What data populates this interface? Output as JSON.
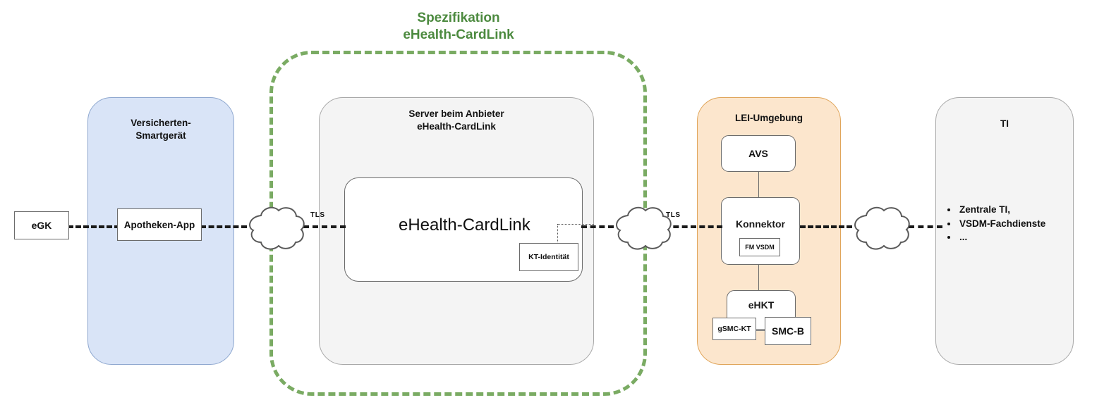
{
  "spec": {
    "title_line1": "Spezifikation",
    "title_line2": "eHealth-CardLink",
    "color": "#4c8a3f",
    "border_color": "#7aab63"
  },
  "panels": {
    "smartgeraet": {
      "title_line1": "Versicherten-",
      "title_line2": "Smartgerät",
      "fill": "#d9e4f7"
    },
    "server": {
      "title_line1": "Server beim Anbieter",
      "title_line2": "eHealth-CardLink",
      "fill": "#f4f4f4"
    },
    "lei": {
      "title": "LEI-Umgebung",
      "fill": "#fce6cd"
    },
    "ti": {
      "title": "TI",
      "fill": "#f4f4f4",
      "bullets": [
        "Zentrale TI,",
        "VSDM-Fachdienste",
        "..."
      ]
    }
  },
  "nodes": {
    "egk": "eGK",
    "apotheken_app": "Apotheken-App",
    "ehealth_cardlink": "eHealth-CardLink",
    "kt_identitaet": "KT-Identität",
    "avs": "AVS",
    "konnektor": "Konnektor",
    "fm_vsdm": "FM VSDM",
    "ehkt": "eHKT",
    "gsmc_kt": "gSMC-KT",
    "smc_b": "SMC-B"
  },
  "connections": {
    "tls_left": "TLS",
    "tls_right": "TLS",
    "cloud_icon": "network-cloud-icon"
  }
}
